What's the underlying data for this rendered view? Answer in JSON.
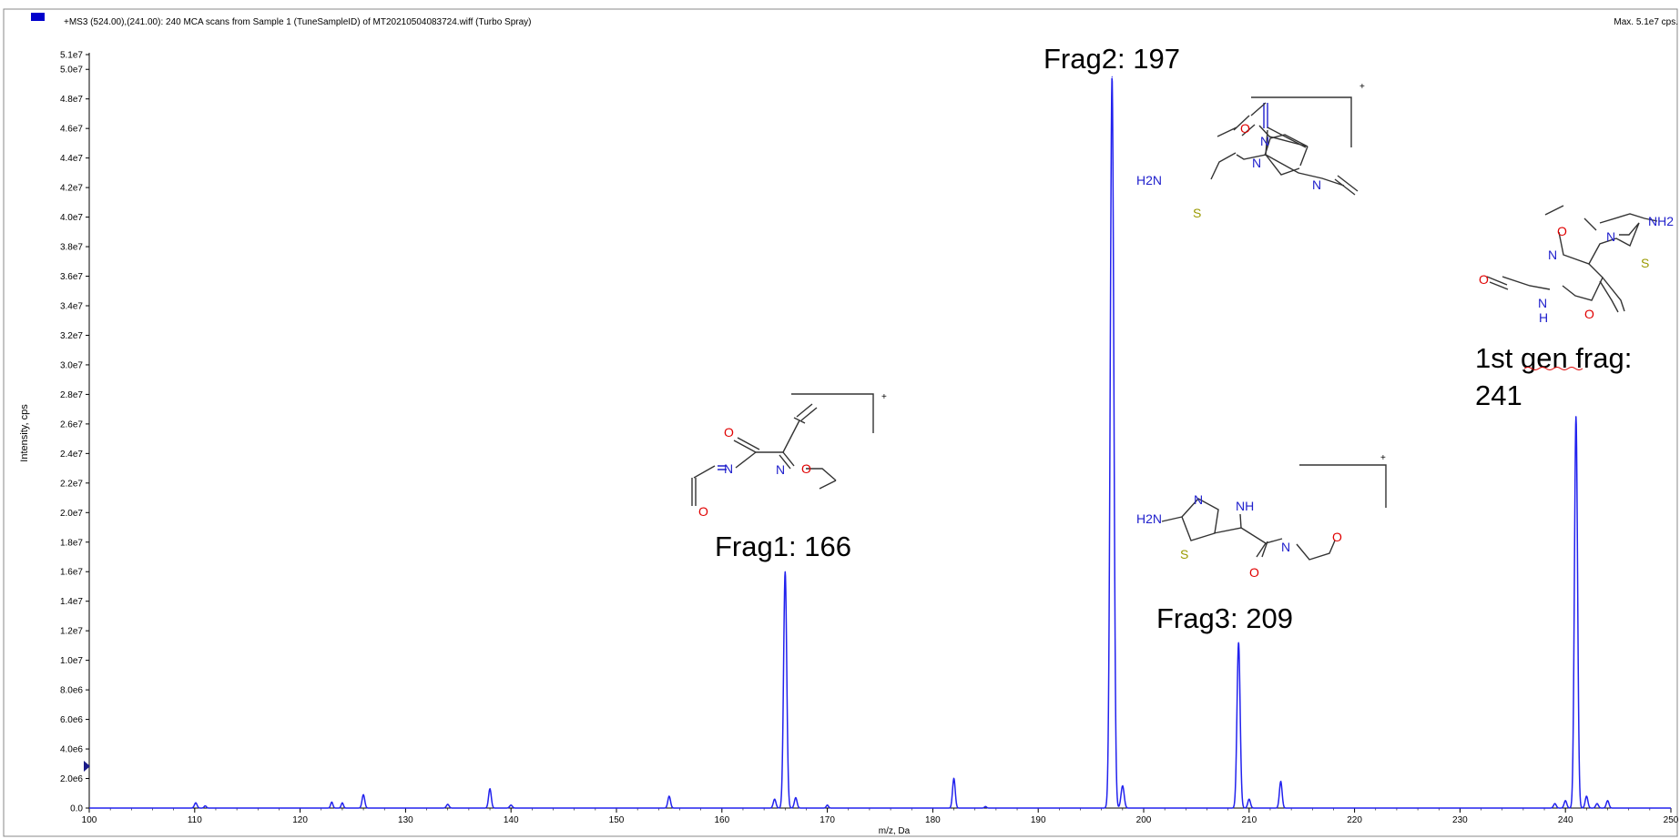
{
  "header": {
    "scan_title": "+MS3 (524.00),(241.00): 240 MCA scans from Sample 1 (TuneSampleID) of MT20210504083724.wiff (Turbo Spray)",
    "max_label": "Max. 5.1e7 cps.",
    "legend_color": "#0000cc"
  },
  "chart_data": {
    "type": "line",
    "xlabel": "m/z, Da",
    "ylabel": "Intensity, cps",
    "xlim": [
      100,
      250
    ],
    "ylim": [
      0,
      51000000
    ],
    "x_ticks": [
      100,
      110,
      120,
      130,
      140,
      150,
      160,
      170,
      180,
      190,
      200,
      210,
      220,
      230,
      240,
      250
    ],
    "y_ticks": [
      {
        "value": 0,
        "label": "0.0"
      },
      {
        "value": 2000000,
        "label": "2.0e6"
      },
      {
        "value": 4000000,
        "label": "4.0e6"
      },
      {
        "value": 6000000,
        "label": "6.0e6"
      },
      {
        "value": 8000000,
        "label": "8.0e6"
      },
      {
        "value": 10000000,
        "label": "1.0e7"
      },
      {
        "value": 12000000,
        "label": "1.2e7"
      },
      {
        "value": 14000000,
        "label": "1.4e7"
      },
      {
        "value": 16000000,
        "label": "1.6e7"
      },
      {
        "value": 18000000,
        "label": "1.8e7"
      },
      {
        "value": 20000000,
        "label": "2.0e7"
      },
      {
        "value": 22000000,
        "label": "2.2e7"
      },
      {
        "value": 24000000,
        "label": "2.4e7"
      },
      {
        "value": 26000000,
        "label": "2.6e7"
      },
      {
        "value": 28000000,
        "label": "2.8e7"
      },
      {
        "value": 30000000,
        "label": "3.0e7"
      },
      {
        "value": 32000000,
        "label": "3.2e7"
      },
      {
        "value": 34000000,
        "label": "3.4e7"
      },
      {
        "value": 36000000,
        "label": "3.6e7"
      },
      {
        "value": 38000000,
        "label": "3.8e7"
      },
      {
        "value": 40000000,
        "label": "4.0e7"
      },
      {
        "value": 42000000,
        "label": "4.2e7"
      },
      {
        "value": 44000000,
        "label": "4.4e7"
      },
      {
        "value": 46000000,
        "label": "4.6e7"
      },
      {
        "value": 48000000,
        "label": "4.8e7"
      },
      {
        "value": 50000000,
        "label": "5.0e7"
      },
      {
        "value": 51000000,
        "label": "5.1e7"
      }
    ],
    "line_color": "#2222ee",
    "series": [
      {
        "peaks": [
          {
            "mz": 110.1,
            "intensity": 350000,
            "width": 0.3
          },
          {
            "mz": 111.0,
            "intensity": 150000,
            "width": 0.25
          },
          {
            "mz": 123.0,
            "intensity": 400000,
            "width": 0.25
          },
          {
            "mz": 124.0,
            "intensity": 350000,
            "width": 0.25
          },
          {
            "mz": 126.0,
            "intensity": 900000,
            "width": 0.3
          },
          {
            "mz": 134.0,
            "intensity": 250000,
            "width": 0.3
          },
          {
            "mz": 138.0,
            "intensity": 1300000,
            "width": 0.3
          },
          {
            "mz": 140.0,
            "intensity": 200000,
            "width": 0.3
          },
          {
            "mz": 155.0,
            "intensity": 800000,
            "width": 0.3
          },
          {
            "mz": 165.0,
            "intensity": 600000,
            "width": 0.3
          },
          {
            "mz": 166.0,
            "intensity": 16000000,
            "width": 0.35
          },
          {
            "mz": 167.0,
            "intensity": 700000,
            "width": 0.3
          },
          {
            "mz": 170.0,
            "intensity": 200000,
            "width": 0.25
          },
          {
            "mz": 182.0,
            "intensity": 2000000,
            "width": 0.3
          },
          {
            "mz": 185.0,
            "intensity": 100000,
            "width": 0.25
          },
          {
            "mz": 197.0,
            "intensity": 49500000,
            "width": 0.4
          },
          {
            "mz": 198.0,
            "intensity": 1500000,
            "width": 0.35
          },
          {
            "mz": 209.0,
            "intensity": 11200000,
            "width": 0.35
          },
          {
            "mz": 210.0,
            "intensity": 600000,
            "width": 0.3
          },
          {
            "mz": 213.0,
            "intensity": 1800000,
            "width": 0.3
          },
          {
            "mz": 239.0,
            "intensity": 300000,
            "width": 0.3
          },
          {
            "mz": 240.0,
            "intensity": 500000,
            "width": 0.3
          },
          {
            "mz": 241.0,
            "intensity": 26500000,
            "width": 0.35
          },
          {
            "mz": 242.0,
            "intensity": 800000,
            "width": 0.3
          },
          {
            "mz": 243.0,
            "intensity": 300000,
            "width": 0.3
          },
          {
            "mz": 244.0,
            "intensity": 500000,
            "width": 0.3
          }
        ]
      }
    ],
    "annotations": [
      {
        "id": "frag1",
        "text": "Frag1: 166"
      },
      {
        "id": "frag2",
        "text": "Frag2: 197"
      },
      {
        "id": "frag3",
        "text": "Frag3: 209"
      },
      {
        "id": "gen1_line1",
        "text": "1st gen frag:"
      },
      {
        "id": "gen1_line2",
        "text": "241"
      }
    ],
    "structure_atoms": {
      "frag1": [
        "O",
        "N",
        "N",
        "O",
        "O"
      ],
      "frag2": [
        "O",
        "N",
        "N",
        "H2N",
        "S",
        "N"
      ],
      "frag3": [
        "NH",
        "N",
        "H2N",
        "S",
        "O",
        "N",
        "O"
      ],
      "gen1": [
        "O",
        "N",
        "N",
        "NH2",
        "S",
        "O",
        "N",
        "H",
        "O"
      ]
    },
    "atom_colors": {
      "O": "#e00000",
      "N": "#2020cc",
      "S": "#9a9a00"
    },
    "grid": false,
    "legend": "top-left"
  }
}
